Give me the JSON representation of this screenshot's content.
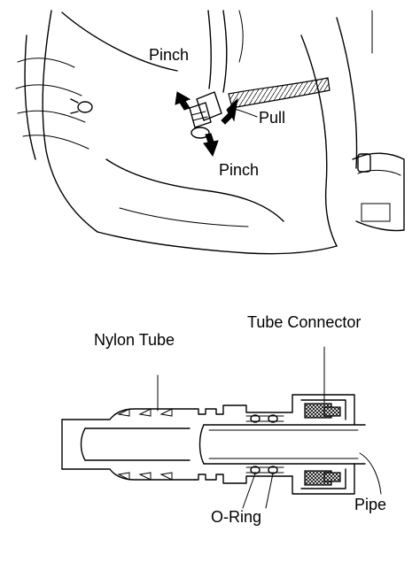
{
  "top_figure": {
    "labels": {
      "pinch_top": "Pinch",
      "pull": "Pull",
      "pinch_bottom": "Pinch"
    }
  },
  "bottom_figure": {
    "labels": {
      "nylon_tube": "Nylon Tube",
      "tube_connector": "Tube Connector",
      "o_ring": "O-Ring",
      "pipe": "Pipe"
    }
  }
}
